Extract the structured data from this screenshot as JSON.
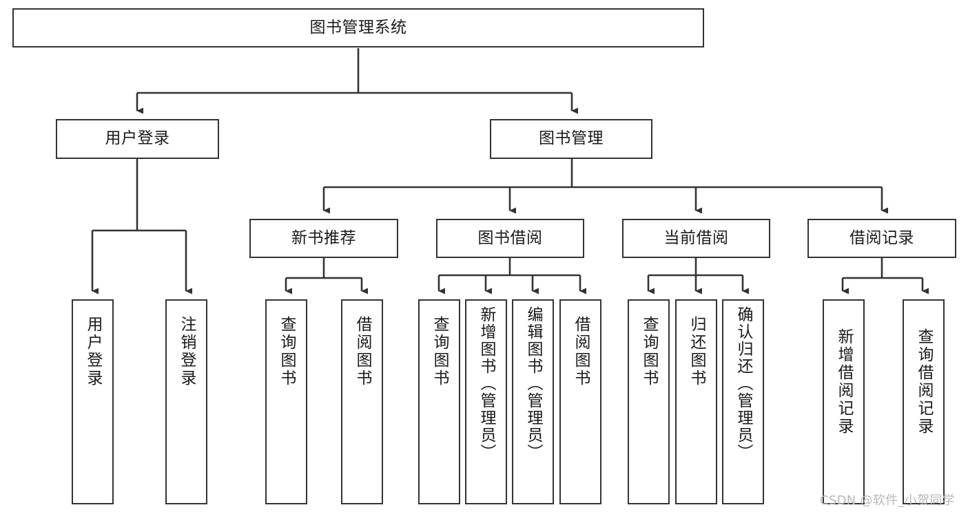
{
  "diagram": {
    "title": "图书管理系统",
    "type": "hierarchy-tree",
    "levels": 4,
    "root": {
      "id": "root",
      "label": "图书管理系统"
    },
    "level2": [
      {
        "id": "user-login",
        "label": "用户登录"
      },
      {
        "id": "book-management",
        "label": "图书管理"
      }
    ],
    "level3": [
      {
        "id": "new-book-recommend",
        "label": "新书推荐",
        "parent": "book-management"
      },
      {
        "id": "book-borrow",
        "label": "图书借阅",
        "parent": "book-management"
      },
      {
        "id": "current-borrow",
        "label": "当前借阅",
        "parent": "book-management"
      },
      {
        "id": "borrow-record",
        "label": "借阅记录",
        "parent": "book-management"
      }
    ],
    "leaves": {
      "user_login": [
        {
          "id": "leaf-user-login",
          "label": "用户登录"
        },
        {
          "id": "leaf-user-logout",
          "label": "注销登录"
        }
      ],
      "new_book_recommend": [
        {
          "id": "leaf-query-book-1",
          "label": "查询图书"
        },
        {
          "id": "leaf-borrow-book-1",
          "label": "借阅图书"
        }
      ],
      "book_borrow": [
        {
          "id": "leaf-query-book-2",
          "label": "查询图书"
        },
        {
          "id": "leaf-add-book",
          "label": "新增图书（管理员）"
        },
        {
          "id": "leaf-edit-book",
          "label": "编辑图书（管理员）"
        },
        {
          "id": "leaf-borrow-book-2",
          "label": "借阅图书"
        }
      ],
      "current_borrow": [
        {
          "id": "leaf-query-book-3",
          "label": "查询图书"
        },
        {
          "id": "leaf-return-book",
          "label": "归还图书"
        },
        {
          "id": "leaf-confirm-return",
          "label": "确认归还（管理员）"
        }
      ],
      "borrow_record": [
        {
          "id": "leaf-add-record",
          "label": "新增借阅记录"
        },
        {
          "id": "leaf-query-record",
          "label": "查询借阅记录"
        }
      ]
    },
    "watermark": "CSDN @软件_小贺同学",
    "colors": {
      "stroke": "#333333",
      "fill": "#ffffff",
      "text": "#1a1a1a",
      "watermark": "#b9b9b9"
    }
  }
}
